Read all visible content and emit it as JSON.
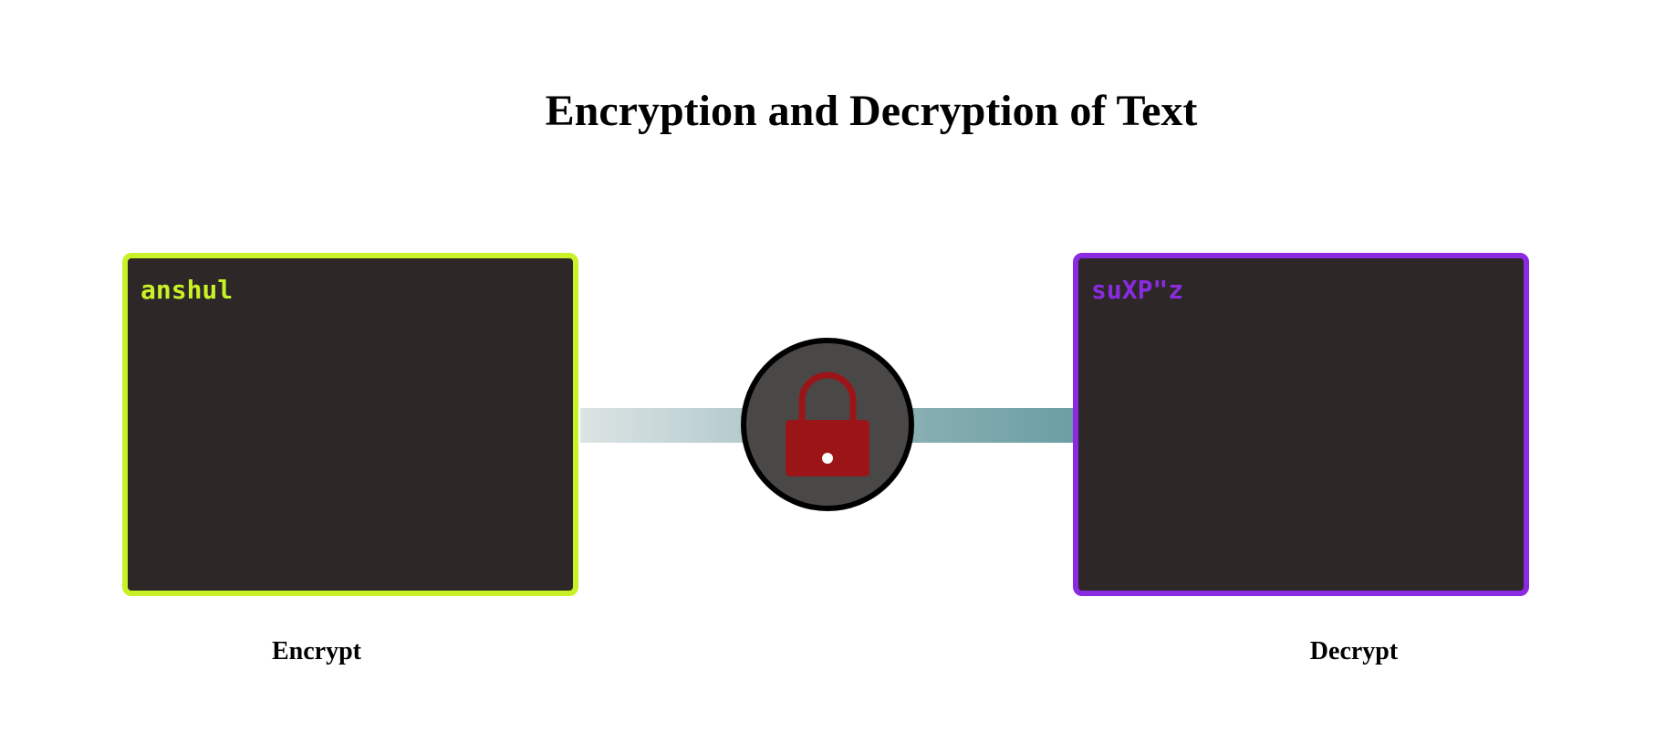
{
  "page": {
    "title": "Encryption and Decryption of Text"
  },
  "encrypt": {
    "input_value": "anshul",
    "label": "Encrypt",
    "accent_color": "#c8f227"
  },
  "decrypt": {
    "output_value": "suXP\"z",
    "label": "Decrypt",
    "accent_color": "#8a2be2"
  },
  "lock": {
    "icon": "padlock-icon",
    "color": "#9b1518",
    "state": "locked"
  },
  "colors": {
    "panel_background": "#2d2728",
    "lock_circle_background": "#4a4847",
    "connector_start": "#dce4e4",
    "connector_end": "#6a9ea3"
  }
}
